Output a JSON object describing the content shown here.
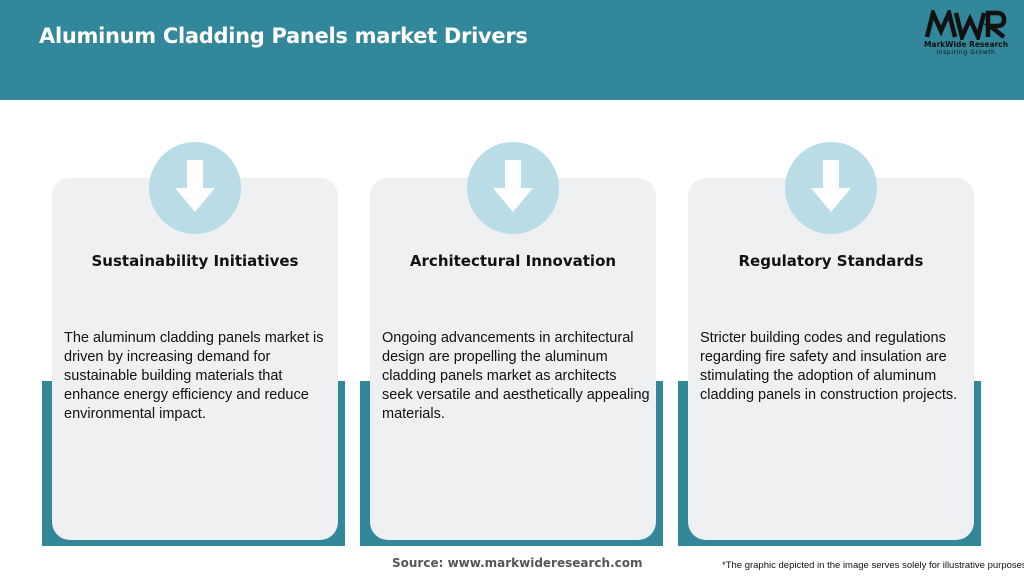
{
  "header": {
    "title": "Aluminum Cladding Panels market Drivers",
    "background_color": "#33879b"
  },
  "logo": {
    "mark": "MWR",
    "name": "MarkWide Research",
    "tagline": "Inspiring Growth"
  },
  "cards": [
    {
      "icon": "arrow-down-icon",
      "title": "Sustainability Initiatives",
      "text": "The aluminum cladding panels market is driven by increasing demand for sustainable building materials that enhance energy efficiency and reduce environmental impact."
    },
    {
      "icon": "arrow-down-icon",
      "title": "Architectural Innovation",
      "text": "Ongoing advancements in architectural design are propelling the aluminum cladding panels market as architects seek versatile and aesthetically appealing materials."
    },
    {
      "icon": "arrow-down-icon",
      "title": "Regulatory Standards",
      "text": "Stricter building codes and regulations regarding fire safety and insulation are stimulating the adoption of aluminum cladding panels in construction projects."
    }
  ],
  "colors": {
    "accent": "#33879b",
    "card_background": "#eef0f2",
    "icon_circle": "#b9dce6"
  },
  "footer": {
    "source": "Source: www.markwideresearch.com",
    "disclaimer": "*The graphic depicted in the image serves solely for illustrative purposes"
  }
}
